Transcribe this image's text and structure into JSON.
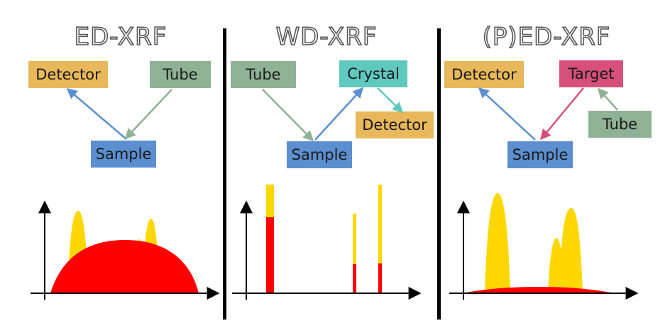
{
  "panels": [
    {
      "title": "ED-XRF",
      "boxes": {
        "detector": "Detector",
        "tube": "Tube",
        "sample": "Sample"
      }
    },
    {
      "title": "WD-XRF",
      "boxes": {
        "tube": "Tube",
        "crystal": "Crystal",
        "detector": "Detector",
        "sample": "Sample"
      }
    },
    {
      "title": "(P)ED-XRF",
      "boxes": {
        "detector": "Detector",
        "target": "Target",
        "tube": "Tube",
        "sample": "Sample"
      }
    }
  ],
  "colors": {
    "detector": "#e8b85a",
    "tube": "#8fb194",
    "sample": "#5b8fd0",
    "crystal": "#5fc9bf",
    "target": "#d6507a",
    "peak_yellow": "#ffd700",
    "background_red": "#ff0000"
  }
}
